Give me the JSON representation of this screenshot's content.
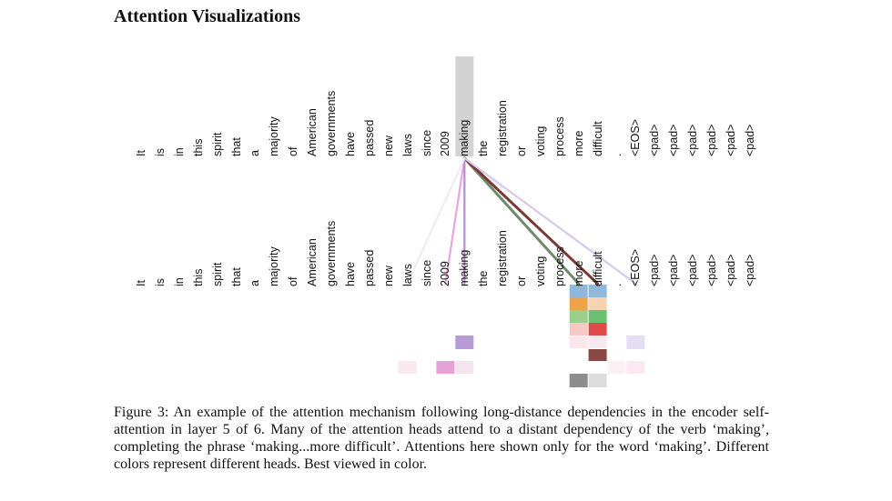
{
  "title": "Attention Visualizations",
  "tokens": [
    "It",
    "is",
    "in",
    "this",
    "spirit",
    "that",
    "a",
    "majority",
    "of",
    "American",
    "governments",
    "have",
    "passed",
    "new",
    "laws",
    "since",
    "2009",
    "making",
    "the",
    "registration",
    "or",
    "voting",
    "process",
    "more",
    "difficult",
    ".",
    "<EOS>",
    "<pad>",
    "<pad>",
    "<pad>",
    "<pad>",
    "<pad>",
    "<pad>"
  ],
  "selected_token": "making",
  "attention_lines": [
    {
      "target": "more",
      "color": "#6e8a6a"
    },
    {
      "target": "difficult",
      "color": "#7a3a34"
    },
    {
      "target": "<EOS>",
      "color": "#d8c8ec"
    },
    {
      "target": "2009",
      "color": "#e7a6dd"
    },
    {
      "target": "making",
      "color": "#b58ad0"
    },
    {
      "target": "laws",
      "color": "#f4eaf2"
    }
  ],
  "caption": "Figure 3: An example of the attention mechanism following long-distance dependencies in the encoder self-attention in layer 5 of 6. Many of the attention heads attend to a distant dependency of the verb ‘making’, completing the phrase ‘making...more difficult’. Attentions here shown only for the word ‘making’. Different colors represent different heads. Best viewed in color."
}
